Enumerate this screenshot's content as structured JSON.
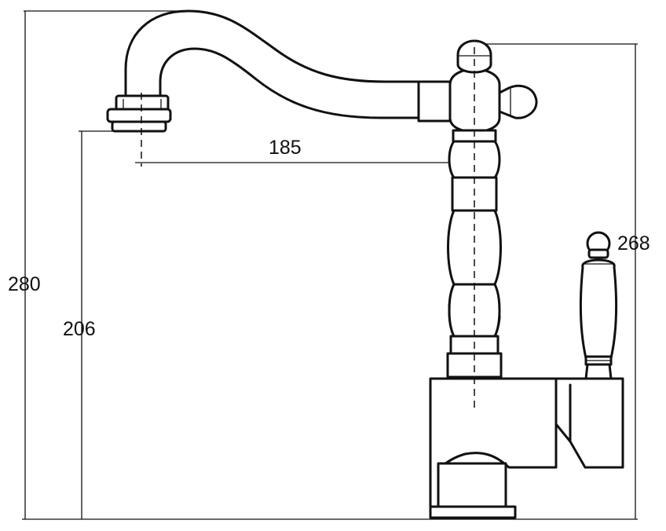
{
  "dimensions": {
    "overall_height": "280",
    "spout_height": "206",
    "spout_reach": "185",
    "body_height": "268"
  }
}
